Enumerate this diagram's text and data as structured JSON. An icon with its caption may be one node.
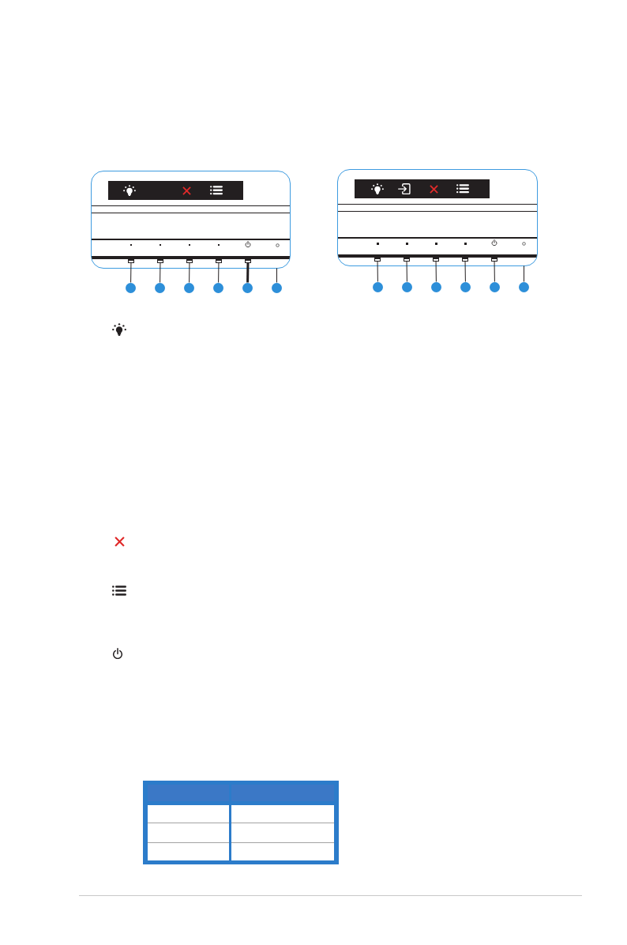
{
  "diagram": {
    "nodes": [
      {
        "text": [],
        "shape": "box"
      },
      {
        "text": [],
        "shape": "box",
        "in": 0
      },
      {
        "text": [],
        "shape": "box",
        "in": 0
      },
      {
        "text": [],
        "shape": "box",
        "in": 0
      },
      {
        "text": [],
        "shape": "box",
        "in": 0
      },
      {
        "text": [],
        "shape": "box",
        "in": 0
      },
      {
        "text": [],
        "shape": "circle"
      },
      {
        "text": [],
        "shape": "circle"
      },
      {
        "text": [],
        "shape": "circle"
      },
      {
        "text": [],
        "shape": "circle"
      },
      {
        "text": [],
        "shape": "circle"
      },
      {
        "text": [],
        "shape": "circle"
      },
      {
        "text": [],
        "shape": "box"
      },
      {
        "text": [],
        "shape": "box",
        "in": 12
      },
      {
        "text": [],
        "shape": "box",
        "in": 12
      },
      {
        "text": [],
        "shape": "box",
        "in": 12
      },
      {
        "text": [],
        "shape": "box",
        "in": 12
      },
      {
        "text": [],
        "shape": "box",
        "in": 12
      },
      {
        "text": [],
        "shape": "circle"
      },
      {
        "text": [],
        "shape": "circle"
      },
      {
        "text": [],
        "shape": "circle"
      },
      {
        "text": [],
        "shape": "circle"
      },
      {
        "text": [],
        "shape": "circle"
      },
      {
        "text": [],
        "shape": "circle"
      }
    ],
    "edges": [
      {
        "from": 6,
        "to": 1,
        "arrow": "none"
      },
      {
        "from": 7,
        "to": 2,
        "arrow": "none"
      },
      {
        "from": 8,
        "to": 3,
        "arrow": "none"
      },
      {
        "from": 9,
        "to": 4,
        "arrow": "none"
      },
      {
        "from": 10,
        "to": 5,
        "arrow": "none",
        "style": "thick"
      },
      {
        "from": 11,
        "to": 0,
        "arrow": "none"
      },
      {
        "from": 18,
        "to": 13,
        "arrow": "none"
      },
      {
        "from": 19,
        "to": 14,
        "arrow": "none"
      },
      {
        "from": 20,
        "to": 15,
        "arrow": "none"
      },
      {
        "from": 21,
        "to": 16,
        "arrow": "none"
      },
      {
        "from": 22,
        "to": 17,
        "arrow": "none"
      },
      {
        "from": 23,
        "to": 12,
        "arrow": "none"
      }
    ]
  }
}
